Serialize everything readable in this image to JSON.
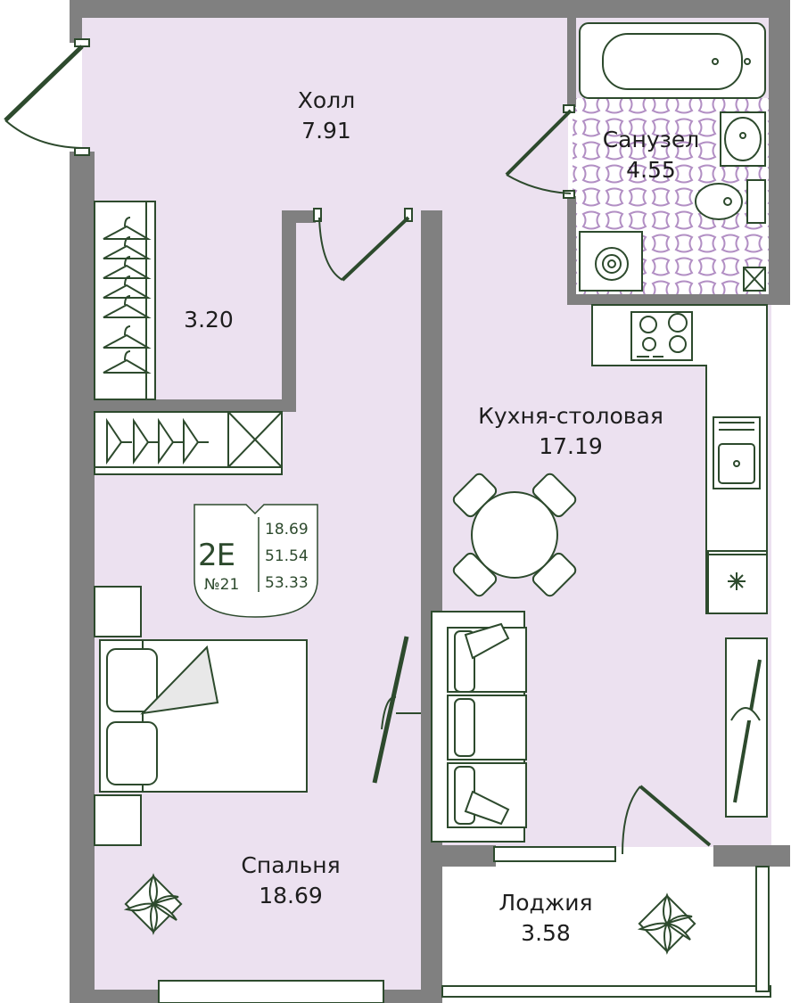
{
  "rooms": [
    {
      "id": "hall",
      "name": "Холл",
      "area": "7.91"
    },
    {
      "id": "closet",
      "name": "",
      "area": "3.20"
    },
    {
      "id": "bathroom",
      "name": "Санузел",
      "area": "4.55"
    },
    {
      "id": "kitchen",
      "name": "Кухня-столовая",
      "area": "17.19"
    },
    {
      "id": "bedroom",
      "name": "Спальня",
      "area": "18.69"
    },
    {
      "id": "loggia",
      "name": "Лоджия",
      "area": "3.58"
    }
  ],
  "badge": {
    "type_code": "2E",
    "apartment_number": "№21",
    "living_area": "18.69",
    "total_area": "51.54",
    "total_with_loggia": "53.33"
  },
  "colors": {
    "floor": "#ece1f0",
    "wall": "#808080",
    "accent_dark": "#2d4a2d",
    "tile_pattern": "#b28fc4",
    "loggia_floor": "#ffffff"
  }
}
